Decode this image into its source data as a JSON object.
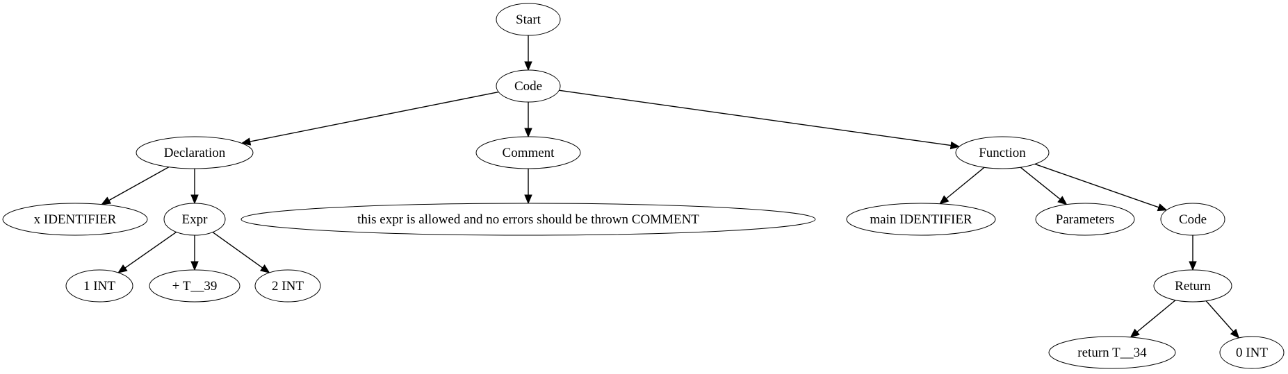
{
  "tree": {
    "nodes": [
      {
        "id": "start",
        "label": "Start"
      },
      {
        "id": "code",
        "label": "Code"
      },
      {
        "id": "declaration",
        "label": "Declaration"
      },
      {
        "id": "comment",
        "label": "Comment"
      },
      {
        "id": "function",
        "label": "Function"
      },
      {
        "id": "x-identifier",
        "label": "x IDENTIFIER"
      },
      {
        "id": "expr",
        "label": "Expr"
      },
      {
        "id": "comment-text",
        "label": "this expr is allowed and no errors should be thrown COMMENT"
      },
      {
        "id": "main-identifier",
        "label": "main IDENTIFIER"
      },
      {
        "id": "parameters",
        "label": "Parameters"
      },
      {
        "id": "code-inner",
        "label": "Code"
      },
      {
        "id": "int-1",
        "label": "1 INT"
      },
      {
        "id": "plus-t39",
        "label": "+ T__39"
      },
      {
        "id": "int-2",
        "label": "2 INT"
      },
      {
        "id": "return",
        "label": "Return"
      },
      {
        "id": "return-t34",
        "label": "return T__34"
      },
      {
        "id": "int-0",
        "label": "0 INT"
      }
    ],
    "edges": [
      [
        "start",
        "code"
      ],
      [
        "code",
        "declaration"
      ],
      [
        "code",
        "comment"
      ],
      [
        "code",
        "function"
      ],
      [
        "declaration",
        "x-identifier"
      ],
      [
        "declaration",
        "expr"
      ],
      [
        "expr",
        "int-1"
      ],
      [
        "expr",
        "plus-t39"
      ],
      [
        "expr",
        "int-2"
      ],
      [
        "comment",
        "comment-text"
      ],
      [
        "function",
        "main-identifier"
      ],
      [
        "function",
        "parameters"
      ],
      [
        "function",
        "code-inner"
      ],
      [
        "code-inner",
        "return"
      ],
      [
        "return",
        "return-t34"
      ],
      [
        "return",
        "int-0"
      ]
    ]
  }
}
